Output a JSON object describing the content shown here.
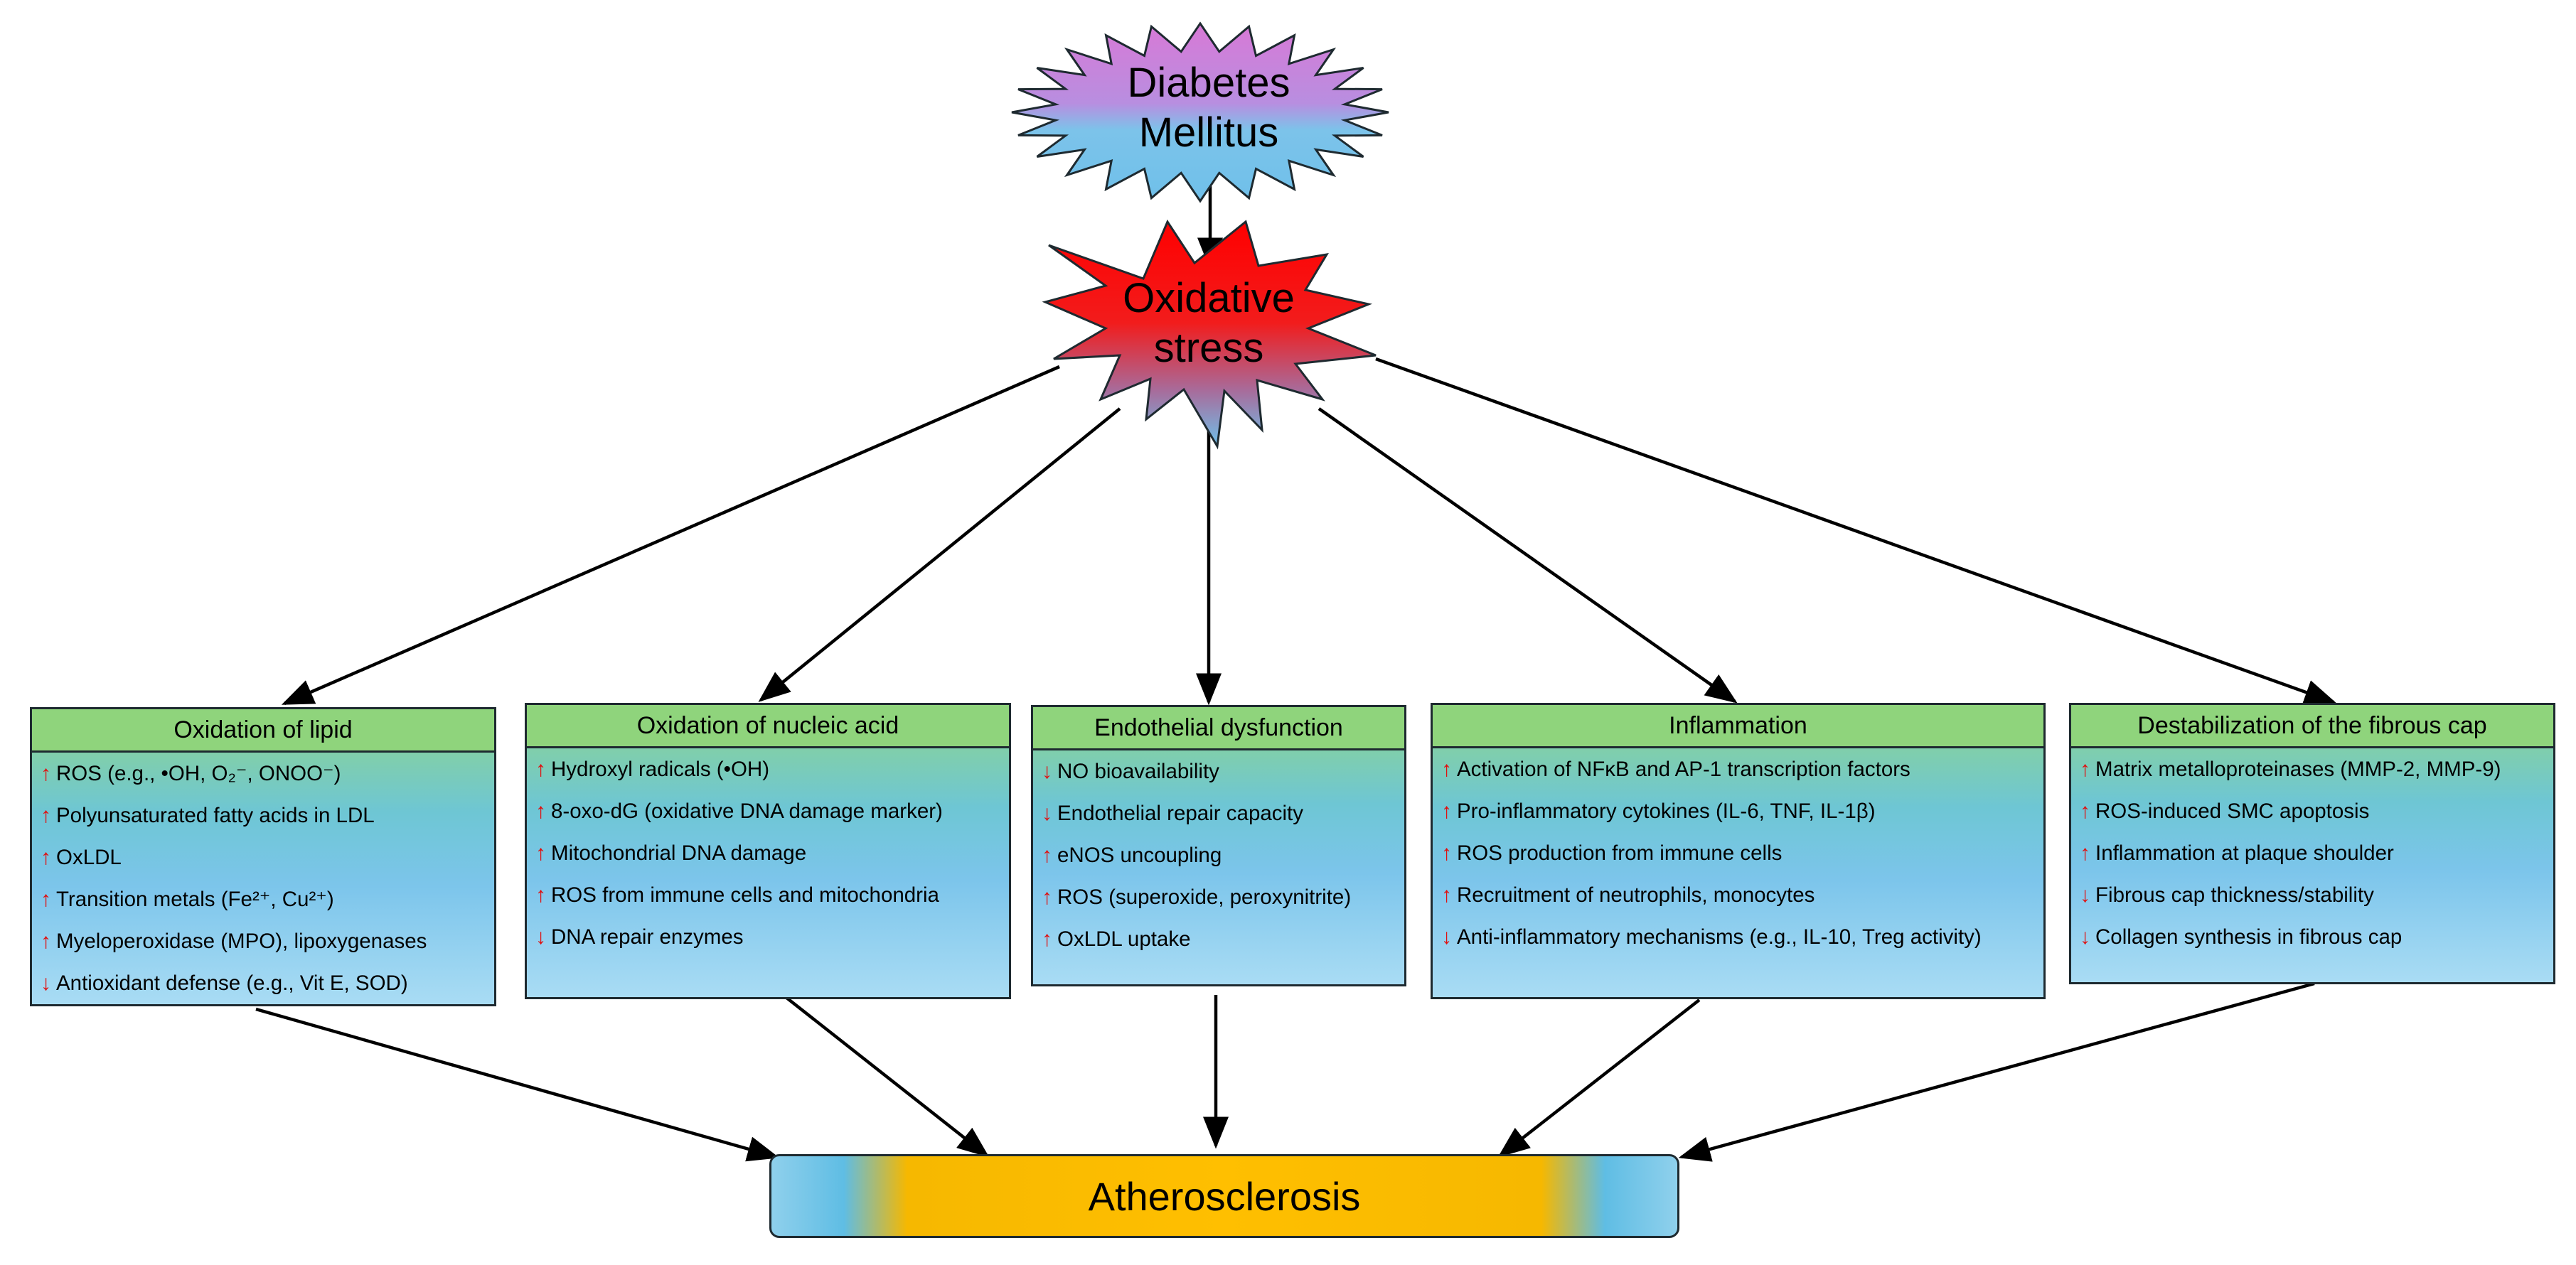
{
  "top_node": {
    "line1": "Diabetes",
    "line2": "Mellitus"
  },
  "middle_node": {
    "line1": "Oxidative",
    "line2": "stress"
  },
  "boxes": [
    {
      "title": "Oxidation of lipid",
      "items": [
        {
          "dir": "up",
          "text": "ROS (e.g., •OH, O₂⁻, ONOO⁻)"
        },
        {
          "dir": "up",
          "text": "Polyunsaturated fatty acids in LDL"
        },
        {
          "dir": "up",
          "text": "OxLDL"
        },
        {
          "dir": "up",
          "text": "Transition metals (Fe²⁺, Cu²⁺)"
        },
        {
          "dir": "up",
          "text": "Myeloperoxidase (MPO), lipoxygenases"
        },
        {
          "dir": "down",
          "text": "Antioxidant defense (e.g., Vit E, SOD)"
        }
      ]
    },
    {
      "title": "Oxidation of nucleic acid",
      "items": [
        {
          "dir": "up",
          "text": "Hydroxyl radicals (•OH)"
        },
        {
          "dir": "up",
          "text": "8-oxo-dG (oxidative DNA damage marker)"
        },
        {
          "dir": "up",
          "text": "Mitochondrial DNA damage"
        },
        {
          "dir": "up",
          "text": "ROS from immune cells and mitochondria"
        },
        {
          "dir": "down",
          "text": "DNA repair enzymes"
        }
      ]
    },
    {
      "title": "Endothelial dysfunction",
      "items": [
        {
          "dir": "down",
          "text": "NO bioavailability"
        },
        {
          "dir": "down",
          "text": "Endothelial repair capacity"
        },
        {
          "dir": "up",
          "text": "eNOS uncoupling"
        },
        {
          "dir": "up",
          "text": "ROS (superoxide, peroxynitrite)"
        },
        {
          "dir": "up",
          "text": "OxLDL uptake"
        }
      ]
    },
    {
      "title": "Inflammation",
      "items": [
        {
          "dir": "up",
          "text": "Activation of NFκB and AP-1 transcription factors"
        },
        {
          "dir": "up",
          "text": "Pro-inflammatory cytokines (IL-6, TNF, IL-1β)"
        },
        {
          "dir": "up",
          "text": "ROS production from immune cells"
        },
        {
          "dir": "up",
          "text": "Recruitment of neutrophils, monocytes"
        },
        {
          "dir": "down",
          "text": "Anti-inflammatory mechanisms (e.g., IL-10, Treg activity)"
        }
      ]
    },
    {
      "title": "Destabilization of the fibrous cap",
      "items": [
        {
          "dir": "up",
          "text": "Matrix metalloproteinases (MMP-2, MMP-9)"
        },
        {
          "dir": "up",
          "text": "ROS-induced SMC apoptosis"
        },
        {
          "dir": "up",
          "text": "Inflammation at plaque shoulder"
        },
        {
          "dir": "down",
          "text": "Fibrous cap thickness/stability"
        },
        {
          "dir": "down",
          "text": "Collagen synthesis in fibrous cap"
        }
      ]
    }
  ],
  "bottom_node": {
    "label": "Atherosclerosis"
  },
  "symbols": {
    "up": "↑",
    "down": "↓"
  },
  "colors": {
    "up_down_arrow": "#e01010",
    "box_header": "#8fd47c",
    "box_body_top": "#7cc5eb",
    "box_body_bottom": "#a9dcf4",
    "diabetes_top": "#d879d6",
    "diabetes_bottom": "#6fc0ea",
    "oxidative_top": "#ff0000",
    "oxidative_bottom": "#6fc0ea",
    "atherosclerosis_core": "#ffbf00",
    "atherosclerosis_edge": "#8fd0ec"
  }
}
